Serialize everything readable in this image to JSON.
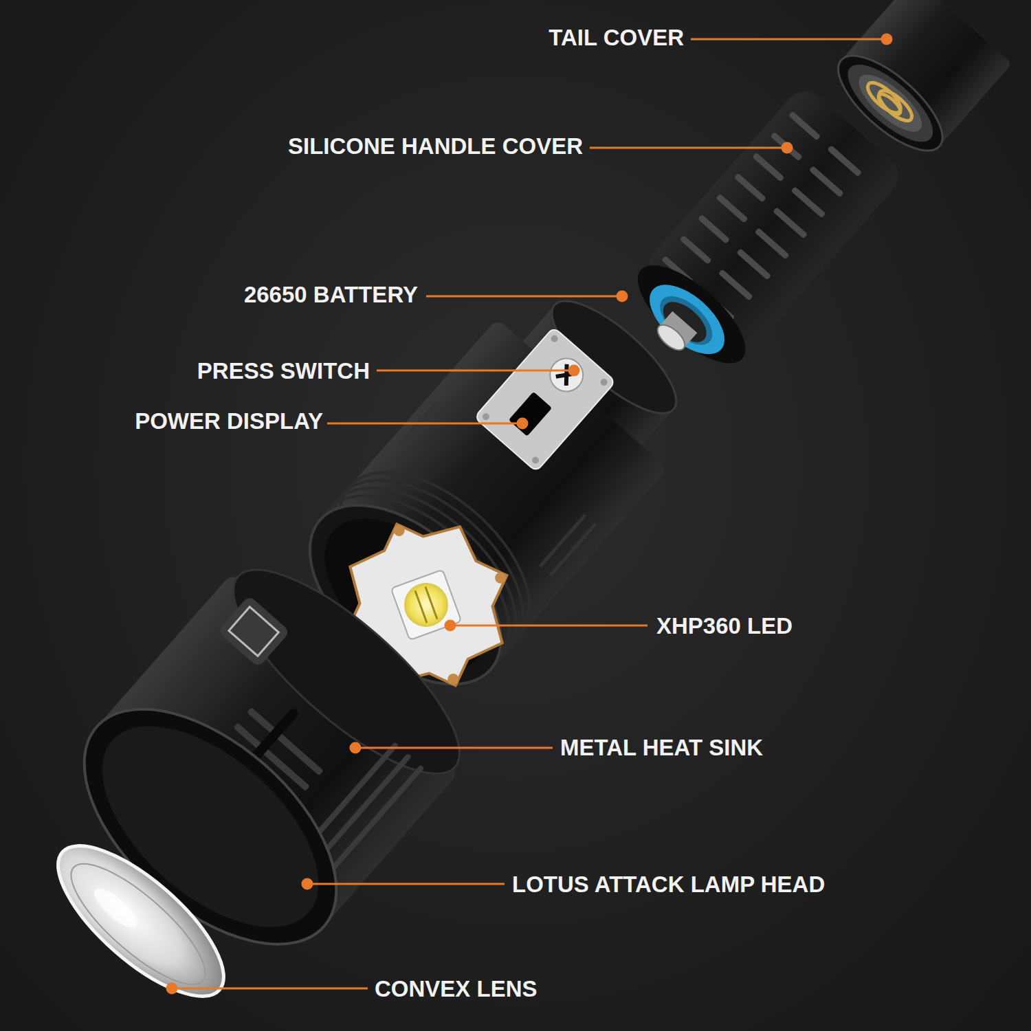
{
  "diagram": {
    "labels": [
      "TAIL COVER",
      "SILICONE HANDLE COVER",
      "26650 BATTERY",
      "PRESS SWITCH",
      "POWER DISPLAY",
      "XHP360 LED",
      "METAL HEAT SINK",
      "LOTUS ATTACK LAMP HEAD",
      "CONVEX LENS"
    ]
  }
}
